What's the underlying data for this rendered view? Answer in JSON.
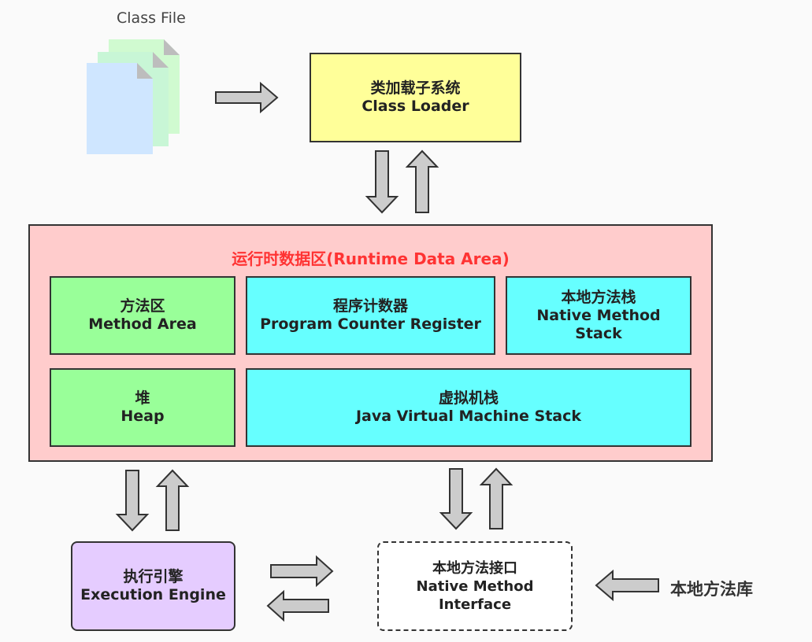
{
  "class_file": {
    "label": "Class File",
    "icon": "stacked-documents-icon",
    "colors": [
      "#c9f7c9",
      "#cde8ff"
    ]
  },
  "class_loader": {
    "title_cn": "类加载子系统",
    "title_en": "Class Loader",
    "color": "#ffff99"
  },
  "runtime_area": {
    "title": "运行时数据区(Runtime Data Area)",
    "color": "#ffcccc",
    "title_color": "#ff3333",
    "method_area": {
      "cn": "方法区",
      "en": "Method Area",
      "color": "#99ff99"
    },
    "program_counter": {
      "cn": "程序计数器",
      "en": "Program Counter Register",
      "color": "#66ffff"
    },
    "native_stack": {
      "cn": "本地方法栈",
      "en1": "Native Method",
      "en2": "Stack",
      "color": "#66ffff"
    },
    "heap": {
      "cn": "堆",
      "en": "Heap",
      "color": "#99ff99"
    },
    "jvm_stack": {
      "cn": "虚拟机栈",
      "en": "Java Virtual Machine Stack",
      "color": "#66ffff"
    }
  },
  "execution_engine": {
    "cn": "执行引擎",
    "en": "Execution Engine",
    "color": "#e5ccff"
  },
  "native_interface": {
    "cn": "本地方法接口",
    "en1": "Native Method",
    "en2": "Interface",
    "color": "#ffffff"
  },
  "native_library": {
    "label": "本地方法库"
  },
  "arrow_color": "#cccccc"
}
